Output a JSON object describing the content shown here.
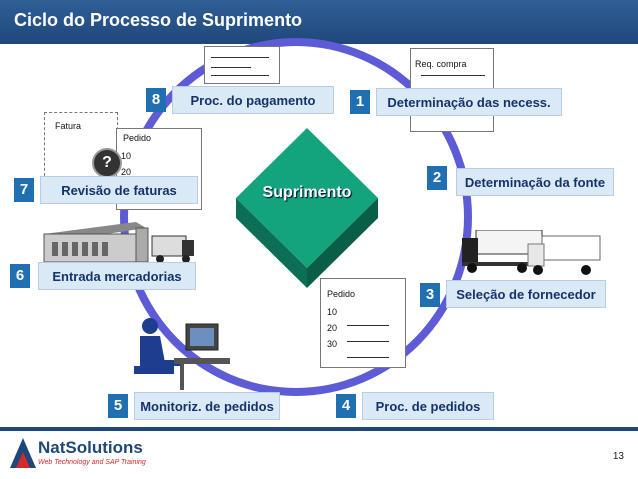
{
  "title": "Ciclo do Processo de Suprimento",
  "center": "Suprimento",
  "steps": [
    {
      "num": "1",
      "label": "Determinação das necess."
    },
    {
      "num": "2",
      "label": "Determinação da fonte"
    },
    {
      "num": "3",
      "label": "Seleção de fornecedor"
    },
    {
      "num": "4",
      "label": "Proc. de pedidos"
    },
    {
      "num": "5",
      "label": "Monitoriz. de pedidos"
    },
    {
      "num": "6",
      "label": "Entrada mercadorias"
    },
    {
      "num": "7",
      "label": "Revisão de faturas"
    },
    {
      "num": "8",
      "label": "Proc. do pagamento"
    }
  ],
  "docs": {
    "req": "Req. compra",
    "fatura": "Fatura",
    "pedido": "Pedido",
    "pedido_lines": [
      "10",
      "20",
      "30"
    ],
    "question": "?"
  },
  "logo": {
    "name": "NatSolutions",
    "tagline": "Web Technology and SAP Training"
  },
  "page_number": "13",
  "colors": {
    "accent": "#1f6fb2",
    "ring": "#5d5cd6",
    "diamond": "#0e8a6a"
  }
}
